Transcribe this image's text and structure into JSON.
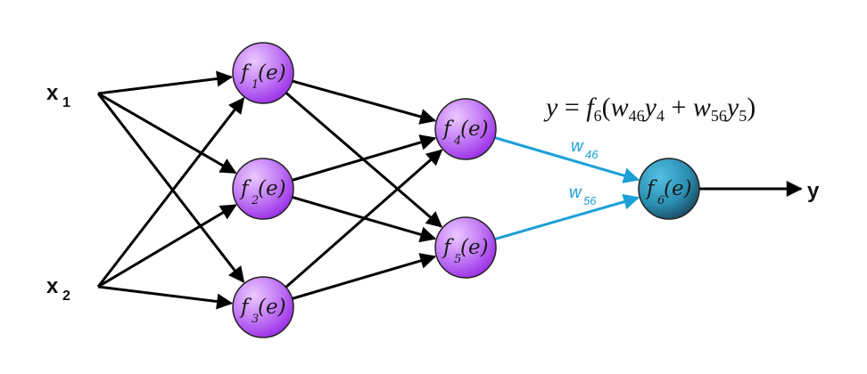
{
  "inputs": [
    {
      "id": "x1",
      "label": "x",
      "subscript": "1"
    },
    {
      "id": "x2",
      "label": "x",
      "subscript": "2"
    }
  ],
  "hidden_layer_1": [
    {
      "id": "f1",
      "func": "f",
      "subscript": "1",
      "arg": "(e)"
    },
    {
      "id": "f2",
      "func": "f",
      "subscript": "2",
      "arg": "(e)"
    },
    {
      "id": "f3",
      "func": "f",
      "subscript": "3",
      "arg": "(e)"
    }
  ],
  "hidden_layer_2": [
    {
      "id": "f4",
      "func": "f",
      "subscript": "4",
      "arg": "(e)"
    },
    {
      "id": "f5",
      "func": "f",
      "subscript": "5",
      "arg": "(e)"
    }
  ],
  "output_node": {
    "id": "f6",
    "func": "f",
    "subscript": "6",
    "arg": "(e)"
  },
  "output": {
    "label": "y"
  },
  "weights": [
    {
      "from": "f4",
      "to": "f6",
      "label": "w",
      "subscript": "46"
    },
    {
      "from": "f5",
      "to": "f6",
      "label": "w",
      "subscript": "56"
    }
  ],
  "formula": {
    "lhs": "y",
    "eq": "=",
    "f": "f",
    "f_sub": "6",
    "open": "(",
    "w1": "w",
    "w1_sub": "46",
    "y1": "y",
    "y1_sub": "4",
    "plus": "+",
    "w2": "w",
    "w2_sub": "56",
    "y2": "y",
    "y2_sub": "5",
    "close": ")"
  },
  "colors": {
    "hidden_node": "#b44cf0",
    "output_node": "#2b8fb0",
    "weight_arrow": "#1ba0d6",
    "arrow": "#000000"
  }
}
